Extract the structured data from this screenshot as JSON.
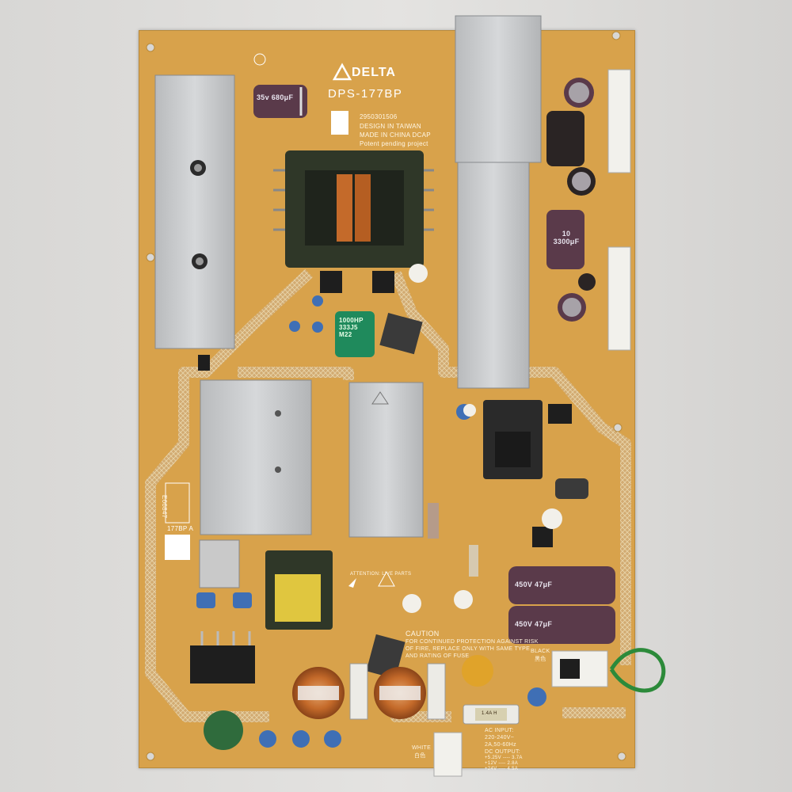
{
  "board": {
    "brand": "DELTA",
    "model": "DPS-177BP",
    "part_number": "2950301506",
    "design_line": "DESIGN IN TAIWAN",
    "made_line": "MADE IN CHINA DCAP",
    "patent_line": "Potent pending project",
    "id_label": "177BP A",
    "ul_code": "E66847",
    "attention": "ATTENTION: LIVE PARTS",
    "caution_title": "CAUTION",
    "caution_lines": [
      "FOR CONTINUED PROTECTION AGAINST RISK",
      "OF FIRE, REPLACE ONLY WITH SAME TYPE",
      "AND RATING OF FUSE"
    ],
    "fuse_rating": "1.4A H",
    "ac_input": "AC INPUT:",
    "ac_voltage": "220-240V~",
    "ac_current": "2A,50-60Hz",
    "dc_output": "DC OUTPUT:",
    "dc_lines": [
      "+5.25V ---- 3.7A",
      "+12V ---- 2.8A",
      "+24V ---- 4.5A"
    ],
    "black_label": "BLACK",
    "black_cn": "黑色",
    "white_label": "WHITE",
    "white_cn": "白色"
  },
  "capacitors": {
    "c1": "35v 680μF",
    "c2": "10 3300μF",
    "c3": "1000HP 333J5 M22",
    "c4": "450V 47μF",
    "c5": "450V 47μF"
  },
  "colors": {
    "pcb": "#d8a24b",
    "trace_pattern": "#c9a779",
    "heatsink": "#c7c9cb",
    "transformer_core": "#2f3728",
    "copper": "#c46a2a",
    "cap_purple": "#5a3a4a",
    "cap_blue": "#3f6fb5",
    "green_cap": "#1f8a5c"
  }
}
